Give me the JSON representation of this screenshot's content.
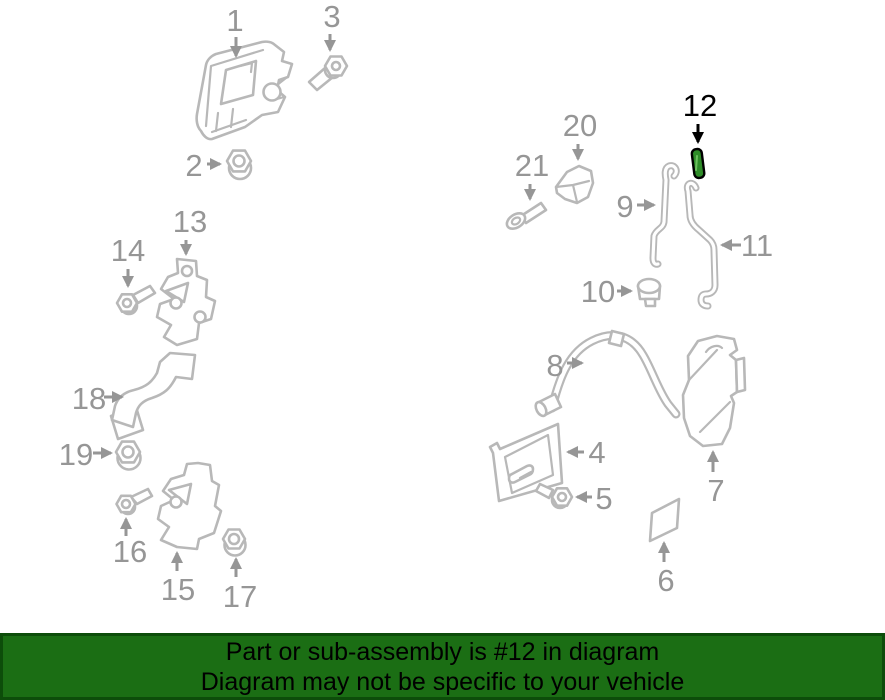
{
  "diagram": {
    "highlighted_part": "12",
    "callouts": [
      {
        "number": "1",
        "highlighted": false
      },
      {
        "number": "2",
        "highlighted": false
      },
      {
        "number": "3",
        "highlighted": false
      },
      {
        "number": "4",
        "highlighted": false
      },
      {
        "number": "5",
        "highlighted": false
      },
      {
        "number": "6",
        "highlighted": false
      },
      {
        "number": "7",
        "highlighted": false
      },
      {
        "number": "8",
        "highlighted": false
      },
      {
        "number": "9",
        "highlighted": false
      },
      {
        "number": "10",
        "highlighted": false
      },
      {
        "number": "11",
        "highlighted": false
      },
      {
        "number": "12",
        "highlighted": true
      },
      {
        "number": "13",
        "highlighted": false
      },
      {
        "number": "14",
        "highlighted": false
      },
      {
        "number": "15",
        "highlighted": false
      },
      {
        "number": "16",
        "highlighted": false
      },
      {
        "number": "17",
        "highlighted": false
      },
      {
        "number": "18",
        "highlighted": false
      },
      {
        "number": "19",
        "highlighted": false
      },
      {
        "number": "20",
        "highlighted": false
      },
      {
        "number": "21",
        "highlighted": false
      }
    ],
    "colors": {
      "part_line": "#b8b8b8",
      "callout_text": "#969696",
      "highlight_text": "#000000",
      "highlight_fill": "#2e8c28"
    }
  },
  "banner": {
    "line1": "Part or sub-assembly is #12 in diagram",
    "line2": "Diagram may not be specific to your vehicle",
    "colors": {
      "background": "#1b6e14",
      "border": "#0d4d0a",
      "text": "#000000"
    }
  }
}
